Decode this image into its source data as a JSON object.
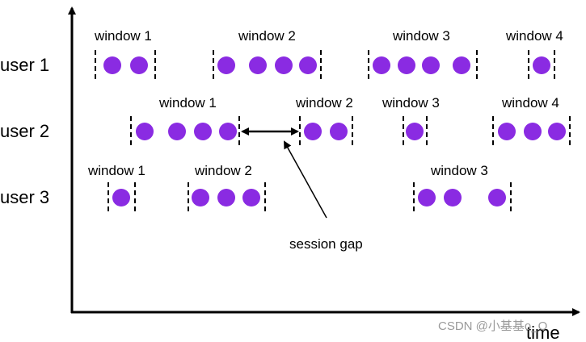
{
  "colors": {
    "event": "#8a2be2",
    "ink": "#000000",
    "watermark": "#9a9a9a"
  },
  "x_axis_label": "time",
  "session_gap_label": "session gap",
  "watermark": "CSDN @小基基o_O",
  "users": [
    {
      "label": "user 1",
      "windows": [
        {
          "label": "window 1",
          "events": 2
        },
        {
          "label": "window 2",
          "events": 4
        },
        {
          "label": "window 3",
          "events": 4
        },
        {
          "label": "window 4",
          "events": 1
        }
      ]
    },
    {
      "label": "user 2",
      "windows": [
        {
          "label": "window 1",
          "events": 4
        },
        {
          "label": "window 2",
          "events": 2
        },
        {
          "label": "window 3",
          "events": 1
        },
        {
          "label": "window 4",
          "events": 3
        }
      ]
    },
    {
      "label": "user 3",
      "windows": [
        {
          "label": "window 1",
          "events": 1
        },
        {
          "label": "window 2",
          "events": 3
        },
        {
          "label": "window 3",
          "events": 3
        }
      ]
    }
  ]
}
